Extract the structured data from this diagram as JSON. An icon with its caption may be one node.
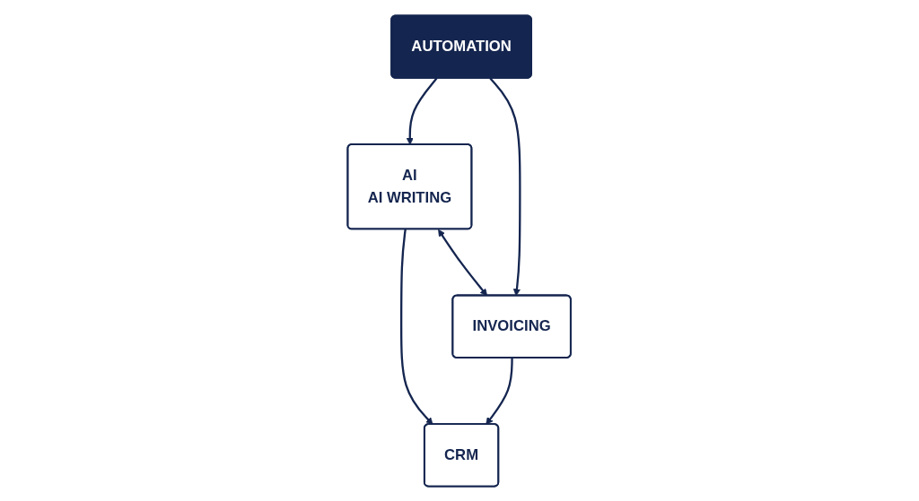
{
  "diagram": {
    "nodes": [
      {
        "text": [
          "CRM"
        ]
      },
      {
        "text": [
          "AI",
          "AI WRITING"
        ]
      },
      {
        "text": [
          "AUTOMATION"
        ]
      },
      {
        "text": [
          "INVOICING"
        ]
      }
    ],
    "edges": [
      {
        "from": 1,
        "to": 0,
        "arrow": "to"
      },
      {
        "from": 3,
        "to": 0,
        "arrow": "to"
      },
      {
        "from": 2,
        "to": 1,
        "arrow": "to"
      },
      {
        "from": 2,
        "to": 3,
        "arrow": "to"
      },
      {
        "from": 1,
        "to": 3,
        "arrow": "both"
      }
    ]
  }
}
